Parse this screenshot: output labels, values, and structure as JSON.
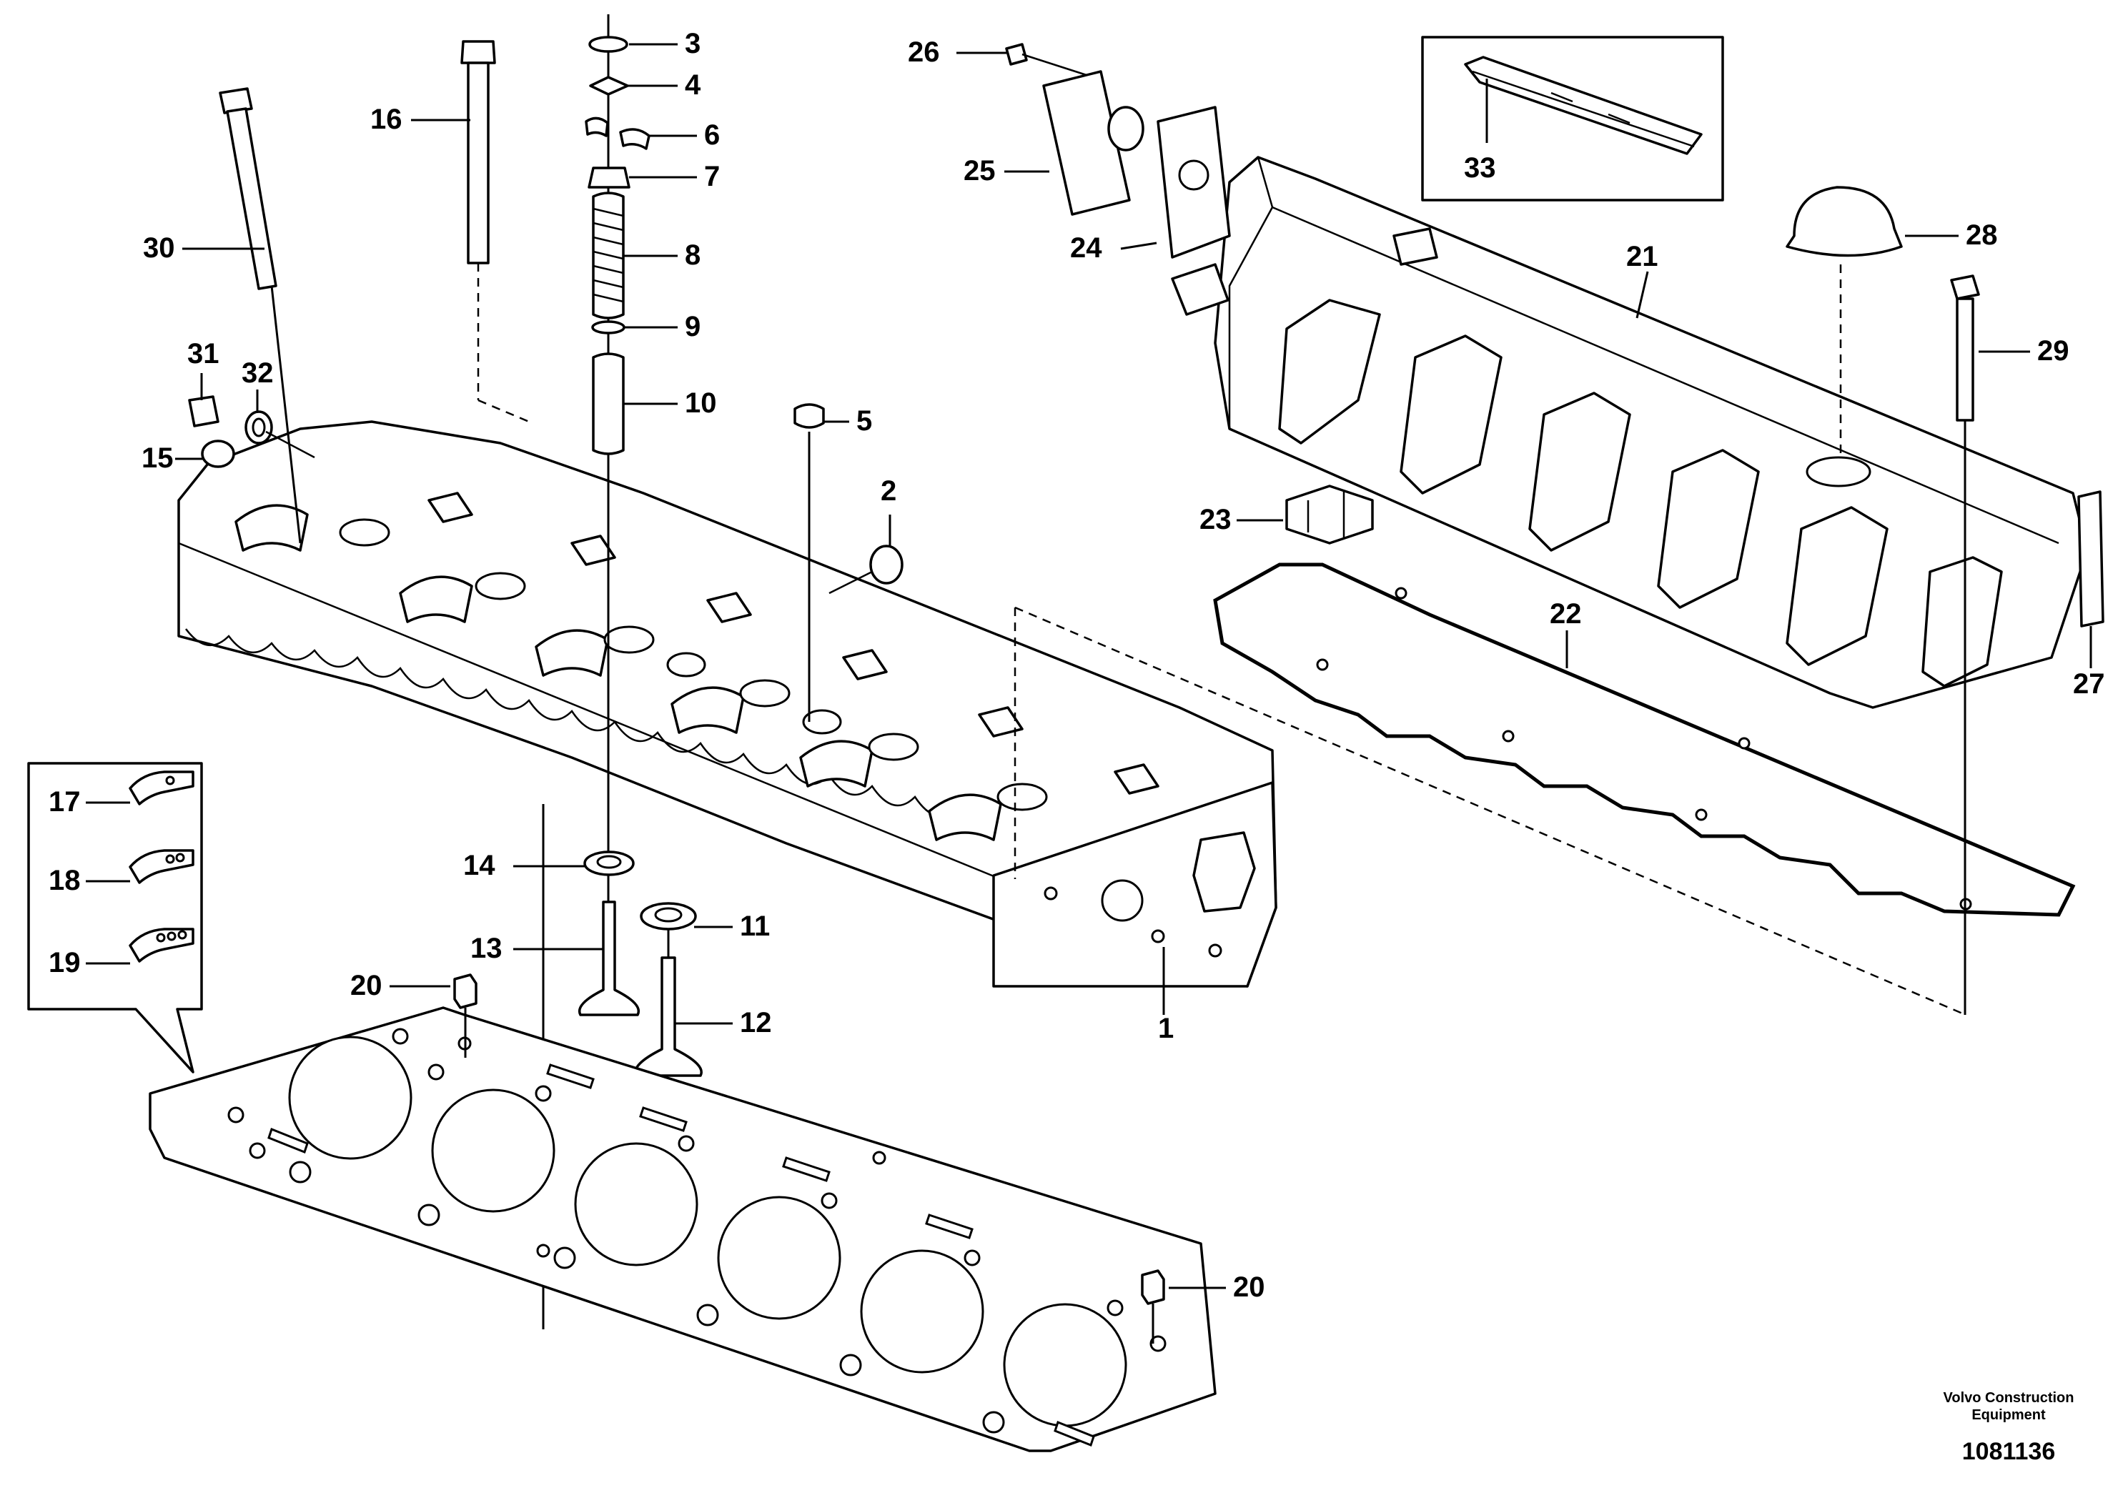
{
  "callouts": {
    "c1": "1",
    "c2": "2",
    "c3": "3",
    "c4": "4",
    "c5": "5",
    "c6": "6",
    "c7": "7",
    "c8": "8",
    "c9": "9",
    "c10": "10",
    "c11": "11",
    "c12": "12",
    "c13": "13",
    "c14": "14",
    "c15": "15",
    "c16": "16",
    "c17": "17",
    "c18": "18",
    "c19": "19",
    "c20a": "20",
    "c20b": "20",
    "c21": "21",
    "c22": "22",
    "c23": "23",
    "c24": "24",
    "c25": "25",
    "c26": "26",
    "c27": "27",
    "c28": "28",
    "c29": "29",
    "c30": "30",
    "c31": "31",
    "c32": "32",
    "c33": "33"
  },
  "credit": {
    "line1": "Volvo Construction",
    "line2": "Equipment",
    "drawing_number": "1081136"
  }
}
